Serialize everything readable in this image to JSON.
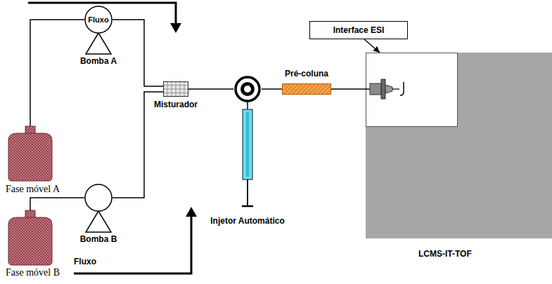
{
  "diagram": {
    "nodes": [
      {
        "text": [
          "Fase móvel A"
        ]
      },
      {
        "text": [
          "Fluxo",
          "Bomba A"
        ]
      },
      {
        "text": [
          "Fase móvel B"
        ]
      },
      {
        "text": [
          "Bomba B"
        ]
      },
      {
        "text": [
          "Misturador"
        ]
      },
      {
        "text": [
          "Injetor Automático"
        ]
      },
      {
        "text": [
          "Pré-coluna"
        ]
      },
      {
        "text": [
          "Interface ESI"
        ]
      },
      {
        "text": [
          "LCMS-IT-TOF"
        ]
      }
    ],
    "edges": [
      {
        "from": 0,
        "to": 1,
        "arrow": "none"
      },
      {
        "from": 1,
        "to": 4,
        "arrow": "none"
      },
      {
        "from": 2,
        "to": 3,
        "arrow": "none"
      },
      {
        "from": 3,
        "to": 4,
        "arrow": "none"
      },
      {
        "from": 4,
        "to": 5,
        "arrow": "none"
      },
      {
        "from": 5,
        "to": 6,
        "arrow": "none"
      },
      {
        "from": 6,
        "to": 8,
        "arrow": "none"
      },
      {
        "from": 7,
        "to": 8,
        "arrow": "to"
      }
    ],
    "labels": [
      "Fluxo"
    ]
  }
}
